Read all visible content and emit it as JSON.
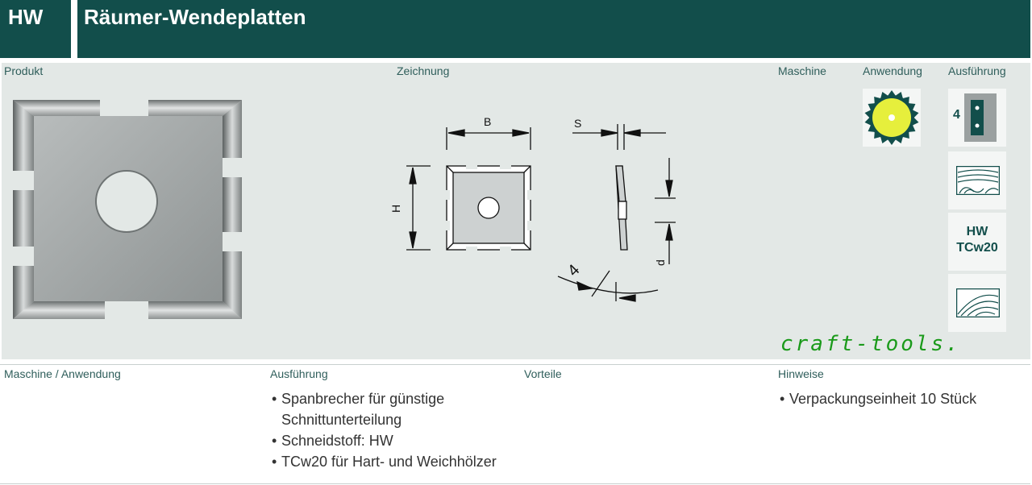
{
  "header": {
    "code": "HW",
    "title": "Räumer-Wendeplatten"
  },
  "columns": {
    "produkt": "Produkt",
    "zeichnung": "Zeichnung",
    "maschine": "Maschine",
    "anwendung": "Anwendung",
    "ausfuehrung": "Ausführung"
  },
  "drawing": {
    "label_b": "B",
    "label_s": "S",
    "label_h": "H",
    "label_d": "d",
    "label_angle": "4"
  },
  "tiles": {
    "cutter_count": "4",
    "material_line1": "HW",
    "material_line2": "TCw20"
  },
  "brand": "craft-tools.",
  "info": {
    "maschine_anwendung": "Maschine / Anwendung",
    "ausfuehrung": "Ausführung",
    "vorteile": "Vorteile",
    "hinweise": "Hinweise",
    "ausfuehrung_items": [
      "Spanbrecher für günstige",
      "Schnittunterteilung",
      "Schneidstoff: HW",
      "TCw20 für Hart- und Weichhölzer"
    ],
    "hinweise_items": [
      "Verpackungseinheit 10 Stück"
    ]
  },
  "colors": {
    "header_bg": "#124e4b",
    "panel_bg": "#e3e8e6",
    "label_text": "#2f5e5b",
    "brand_green": "#1a9a1a",
    "saw_yellow": "#e6ef3c"
  }
}
